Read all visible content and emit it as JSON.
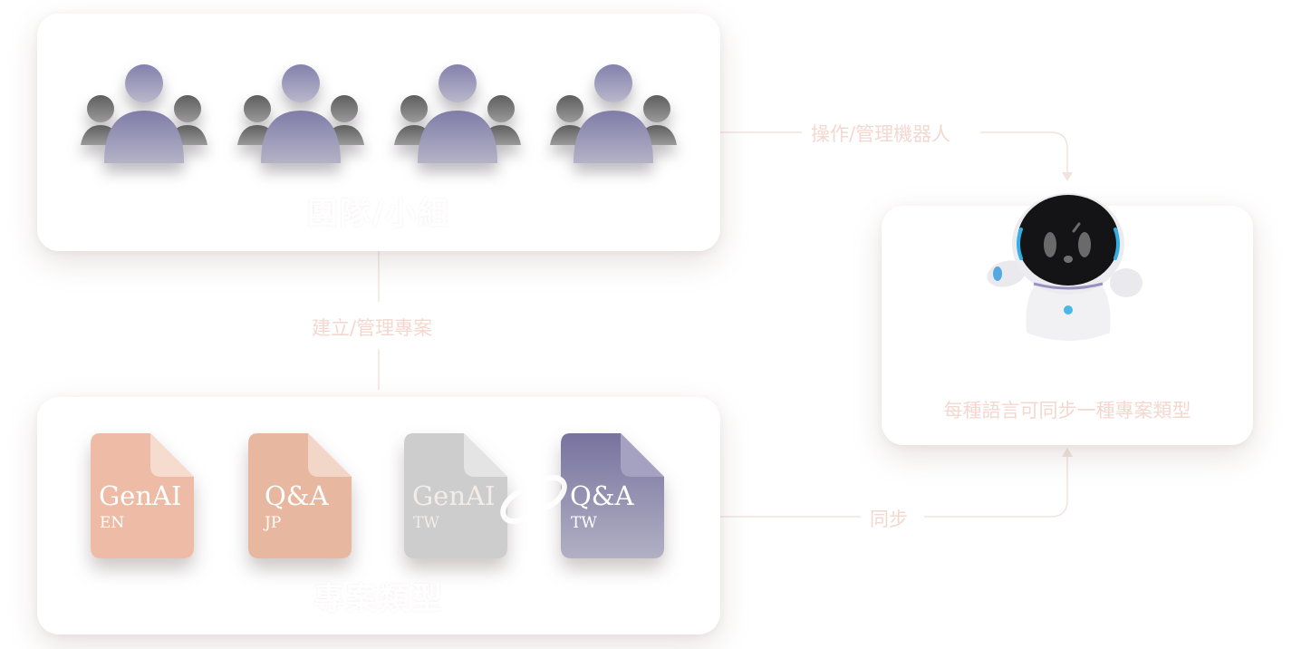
{
  "team_panel": {
    "title": "團隊/小組",
    "icons": [
      "people-group-icon",
      "people-group-icon",
      "people-group-icon",
      "people-group-icon"
    ]
  },
  "projects_panel": {
    "title": "專案類型",
    "documents": [
      {
        "name": "GenAI",
        "lang": "EN",
        "color": "#eebba6"
      },
      {
        "name": "Q&A",
        "lang": "JP",
        "color": "#e7b79f"
      },
      {
        "name": "GenAI",
        "lang": "TW",
        "color": "#cdcdcd"
      },
      {
        "name": "Q&A",
        "lang": "TW",
        "color": "#7e7ba3"
      }
    ]
  },
  "robot_panel": {
    "caption": "每種語言可同步一種專案類型"
  },
  "links": {
    "operate": "操作/管理機器人",
    "create": "建立/管理專案",
    "sync": "同步"
  },
  "colors": {
    "label_color": "#f3d8d0",
    "line_color": "#f1e3de",
    "person_front_top": "#8c89b3",
    "person_back": "#6f6f6f"
  }
}
